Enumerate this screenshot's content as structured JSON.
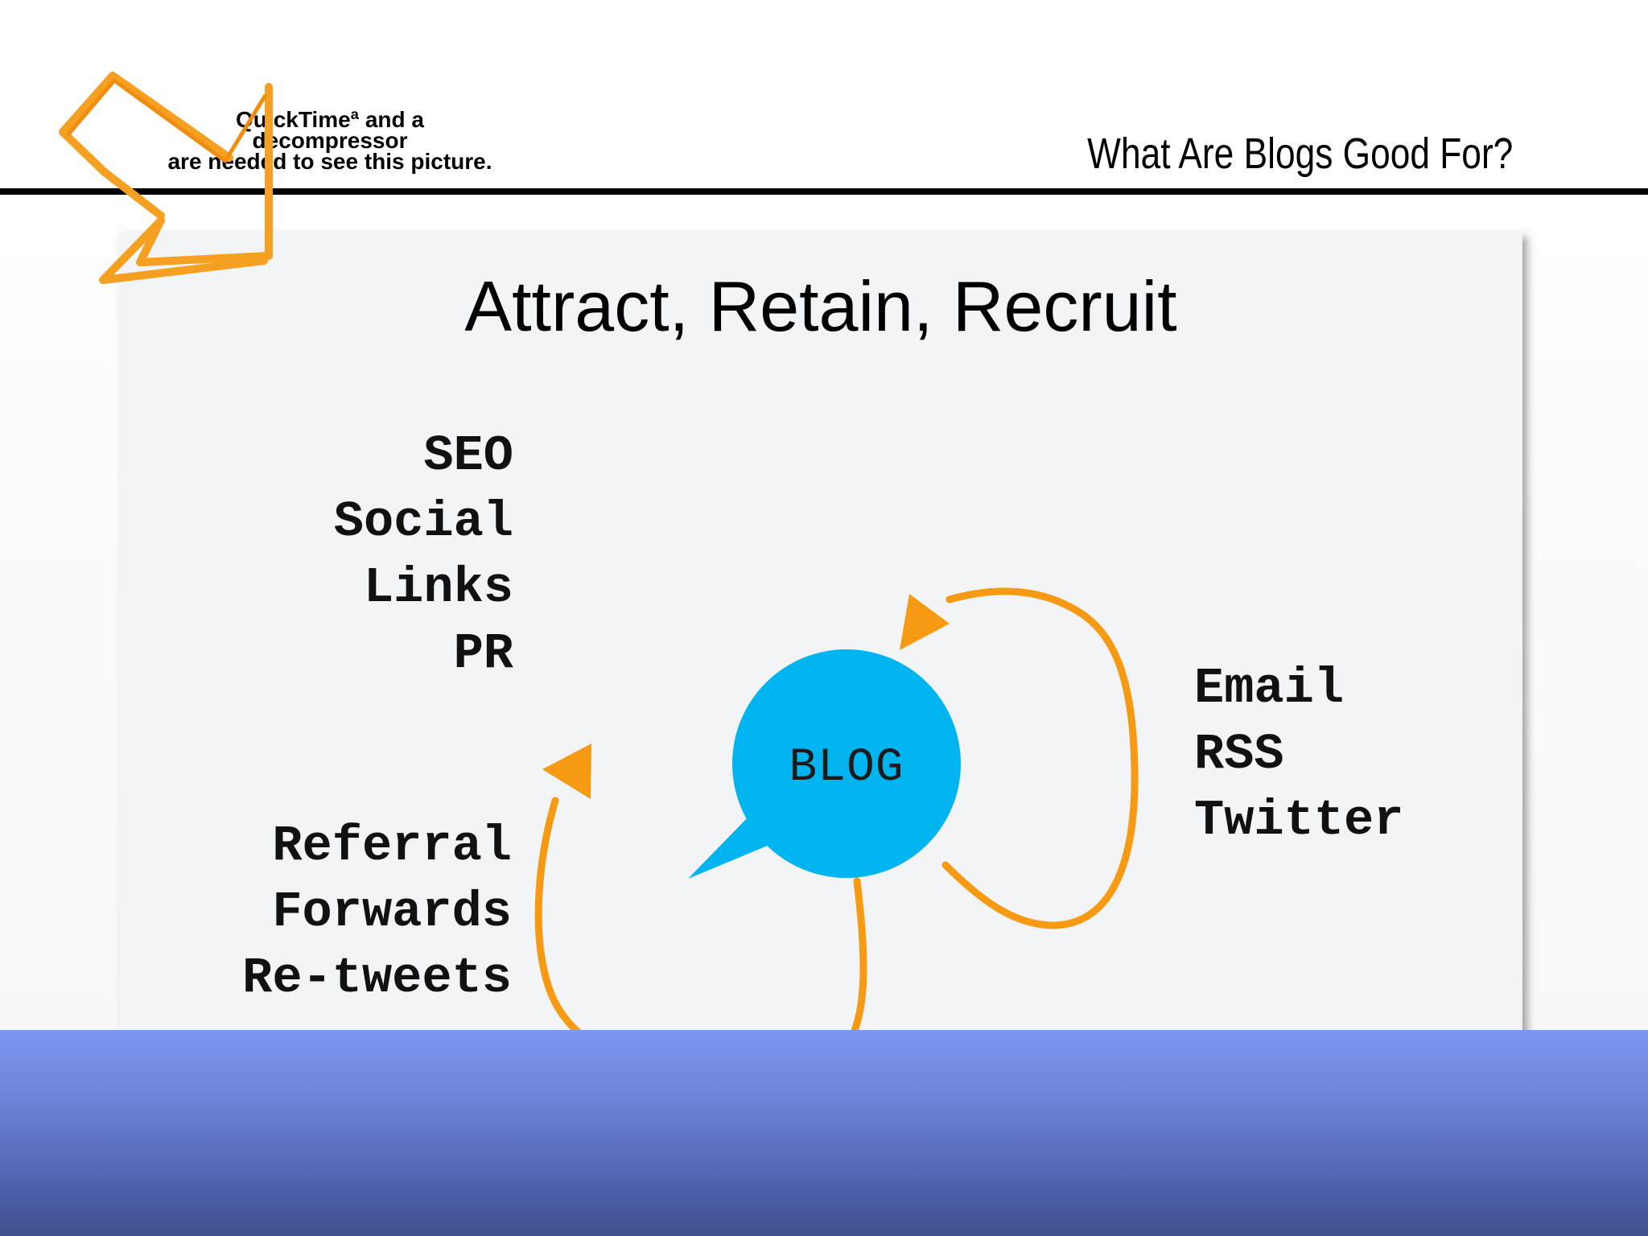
{
  "slide": {
    "header_title": "What Are Blogs Good For?",
    "quicktime_notice": [
      "QuickTimeª and a",
      "decompressor",
      "are needed to see this picture."
    ]
  },
  "diagram": {
    "title": "Attract, Retain, Recruit",
    "center_label": "BLOG",
    "attract_items": [
      "SEO",
      "Social",
      "Links",
      "PR"
    ],
    "retain_items": [
      "Email",
      "RSS",
      "Twitter"
    ],
    "referral_items": [
      "Referral",
      "Forwards",
      "Re-tweets"
    ]
  },
  "colors": {
    "bubble": "#00b4f0",
    "arrow": "#f59a12",
    "panel": "#f3f4f5",
    "header_rule": "#000000",
    "footer_band": "#6b82d8"
  },
  "icons": {
    "logo": "orange-scribble-arrow-icon",
    "center": "speech-bubble-icon"
  }
}
